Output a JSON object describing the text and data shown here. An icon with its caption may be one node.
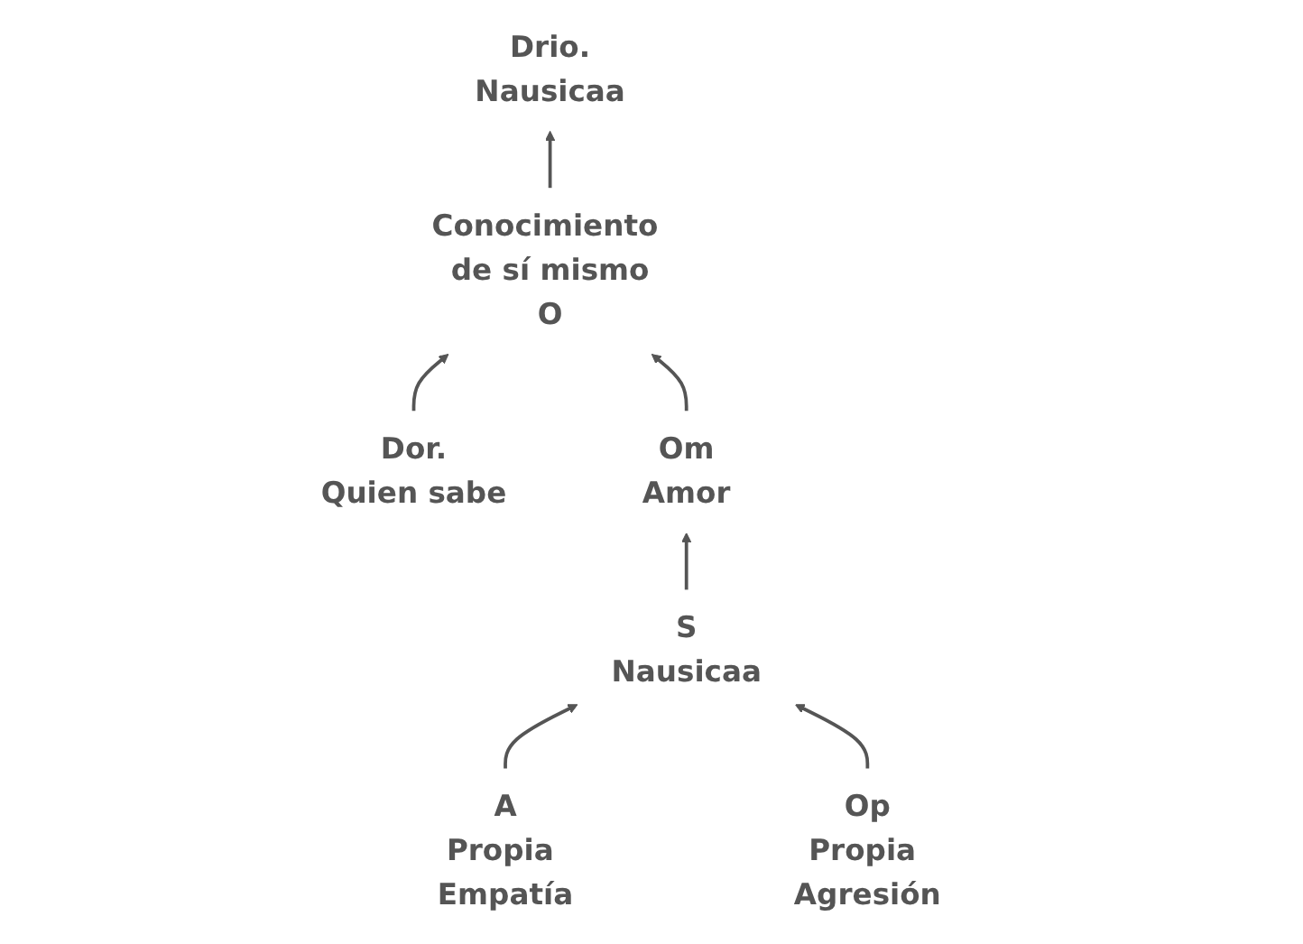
{
  "diagram": {
    "nodes": [
      {
        "text": [
          "Dor.",
          "Quien sabe"
        ]
      },
      {
        "text": [
          "Conocimiento de sí mismo",
          "O"
        ]
      },
      {
        "text": [
          "Drio.",
          "Nausicaa"
        ]
      },
      {
        "text": [
          "Om",
          "Amor"
        ]
      },
      {
        "text": [
          "A",
          "Propia Empatía"
        ]
      },
      {
        "text": [
          "S",
          "Nausicaa"
        ]
      },
      {
        "text": [
          "Op",
          "Propia Agresión"
        ]
      }
    ],
    "edges": [
      {
        "from": 0,
        "to": 1,
        "arrow": "to"
      },
      {
        "from": 1,
        "to": 2,
        "arrow": "to"
      },
      {
        "from": 3,
        "to": 1,
        "arrow": "to"
      },
      {
        "from": 5,
        "to": 3,
        "arrow": "to"
      },
      {
        "from": 4,
        "to": 5,
        "arrow": "to"
      },
      {
        "from": 6,
        "to": 5,
        "arrow": "to"
      }
    ]
  }
}
